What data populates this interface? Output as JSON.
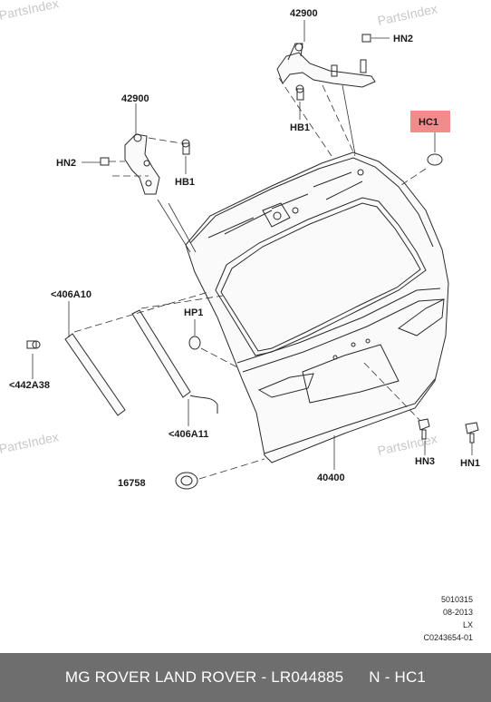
{
  "watermark": "PartsIndex",
  "callouts": {
    "c42900_top": "42900",
    "hn2_top": "HN2",
    "hb1_top": "HB1",
    "c42900_left": "42900",
    "hn2_left": "HN2",
    "hb1_left": "HB1",
    "hc1": "HC1",
    "c406a10": "<406A10",
    "c442a38": "<442A38",
    "hp1": "HP1",
    "c406a11": "<406A11",
    "c16758": "16758",
    "c40400": "40400",
    "hn3": "HN3",
    "hn1": "HN1"
  },
  "highlight_color": "#f28b8b",
  "info": {
    "line1": "5010315",
    "line2": "08-2013",
    "line3": "LX",
    "line4": "C0243654-01"
  },
  "footer": {
    "title": "MG ROVER LAND ROVER - LR044885",
    "code": "N - HC1"
  }
}
